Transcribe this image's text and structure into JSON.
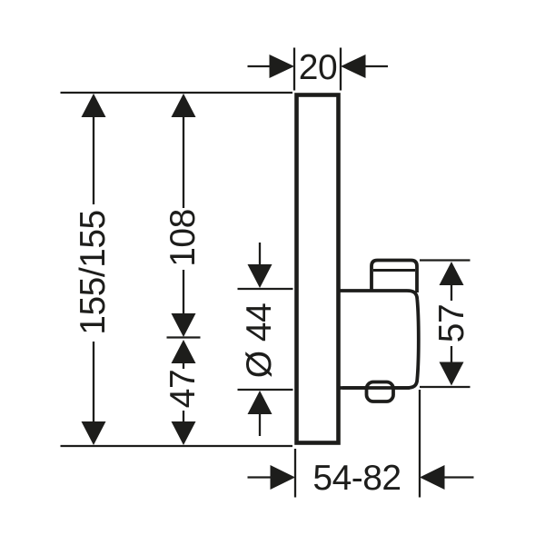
{
  "drawing": {
    "type": "technical-dimension-drawing",
    "colors": {
      "line": "#1d1d1b",
      "background": "#ffffff"
    }
  },
  "labels": {
    "plate_depth": "20",
    "plate_height": "155/155",
    "top_to_axis": "108",
    "handle_diameter": "Ø 44",
    "axis_to_bottom": "47",
    "handle_height": "57",
    "install_depth_range": "54-82"
  }
}
